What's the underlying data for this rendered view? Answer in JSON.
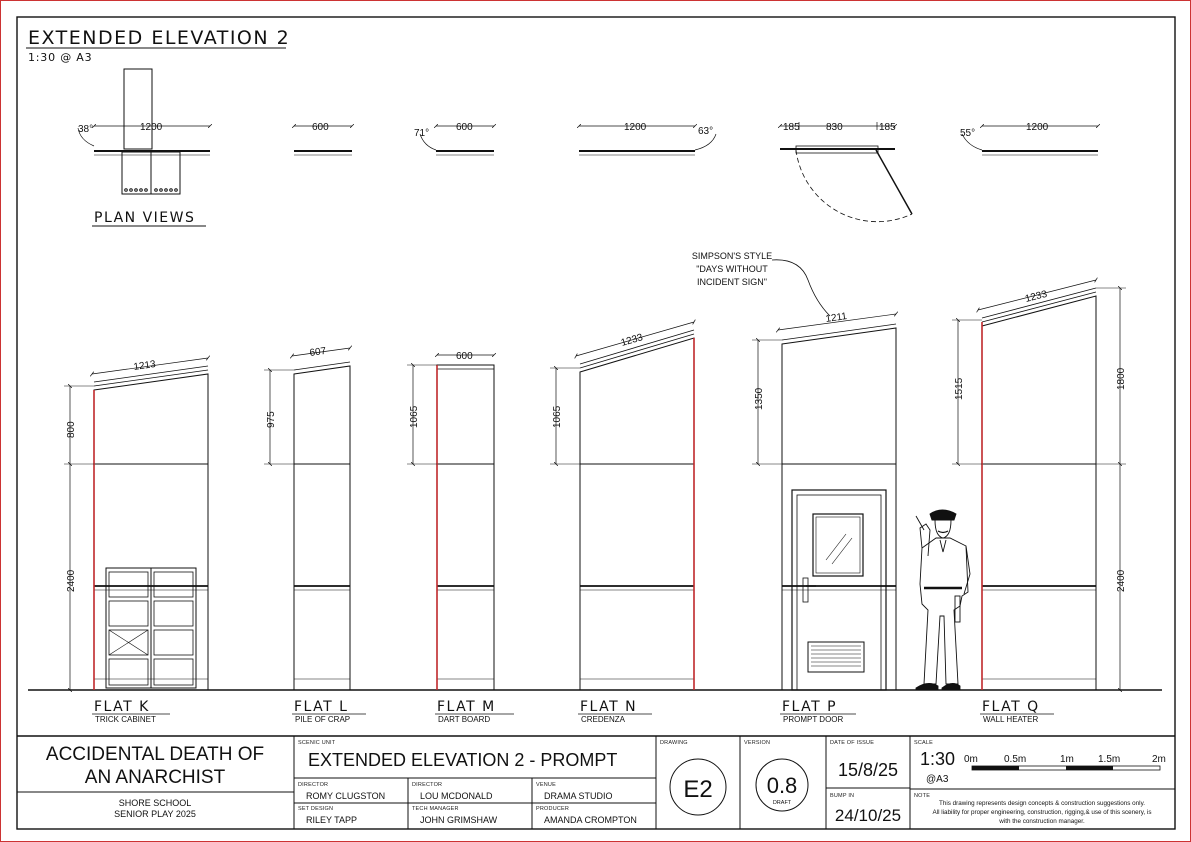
{
  "drawing": {
    "title": "EXTENDED ELEVATION 2",
    "scale_note": "1:30 @ A3",
    "plan_views_label": "PLAN VIEWS",
    "plan_dims": {
      "k_left": "38°",
      "k_width": "1200",
      "l_width": "600",
      "m_left": "71°",
      "m_width": "600",
      "n_width": "1200",
      "n_right": "63°",
      "p_left": "185",
      "p_mid": "830",
      "p_right": "185",
      "q_left": "55°",
      "q_width": "1200"
    },
    "annotation": [
      "SIMPSON'S STYLE",
      "\"DAYS WITHOUT",
      "INCIDENT SIGN\""
    ],
    "flats": [
      {
        "name": "FLAT K",
        "sub": "TRICK CABINET",
        "top_dim": "1213",
        "upper_dim": "800",
        "lower_dim": "2400"
      },
      {
        "name": "FLAT L",
        "sub": "PILE OF CRAP",
        "top_dim": "607",
        "upper_dim": "975"
      },
      {
        "name": "FLAT M",
        "sub": "DART BOARD",
        "top_dim": "600",
        "upper_dim": "1065"
      },
      {
        "name": "FLAT N",
        "sub": "CREDENZA",
        "top_dim": "1233",
        "upper_dim": "1065"
      },
      {
        "name": "FLAT P",
        "sub": "PROMPT DOOR",
        "top_dim": "1211",
        "upper_dim": "1350"
      },
      {
        "name": "FLAT Q",
        "sub": "WALL HEATER",
        "top_dim": "1233",
        "upper_dim": "1515",
        "right_upper_dim": "1800",
        "right_lower_dim": "2400"
      }
    ]
  },
  "title_block": {
    "production": [
      "ACCIDENTAL DEATH OF",
      "AN ANARCHIST"
    ],
    "school": [
      "SHORE SCHOOL",
      "SENIOR PLAY 2025"
    ],
    "scenic_unit_label": "SCENIC UNIT",
    "scenic_unit": "EXTENDED ELEVATION 2 - PROMPT",
    "director1_label": "DIRECTOR",
    "director1": "ROMY CLUGSTON",
    "director2_label": "DIRECTOR",
    "director2": "LOU MCDONALD",
    "venue_label": "VENUE",
    "venue": "DRAMA STUDIO",
    "set_design_label": "SET DESIGN",
    "set_design": "RILEY TAPP",
    "tech_manager_label": "TECH MANAGER",
    "tech_manager": "JOHN GRIMSHAW",
    "producer_label": "PRODUCER",
    "producer": "AMANDA CROMPTON",
    "drawing_label": "DRAWING",
    "drawing_no": "E2",
    "version_label": "VERSION",
    "version": "0.8",
    "version_sub": "DRAFT",
    "date_label": "DATE OF ISSUE",
    "date": "15/8/25",
    "bump_label": "BUMP IN",
    "bump_date": "24/10/25",
    "scale_label": "SCALE",
    "scale": "1:30",
    "scale_sub": "@A3",
    "scale_ticks": [
      "0m",
      "0.5m",
      "1m",
      "1.5m",
      "2m"
    ],
    "note_label": "NOTE",
    "note": [
      "This drawing represents design concepts & construction suggestions only.",
      "All liability for proper engineering, construction, rigging,& use of this scenery, is",
      "with the construction manager."
    ]
  },
  "colors": {
    "line": "#111111",
    "accent_red": "#c0282b",
    "frame": "#cc3333"
  }
}
